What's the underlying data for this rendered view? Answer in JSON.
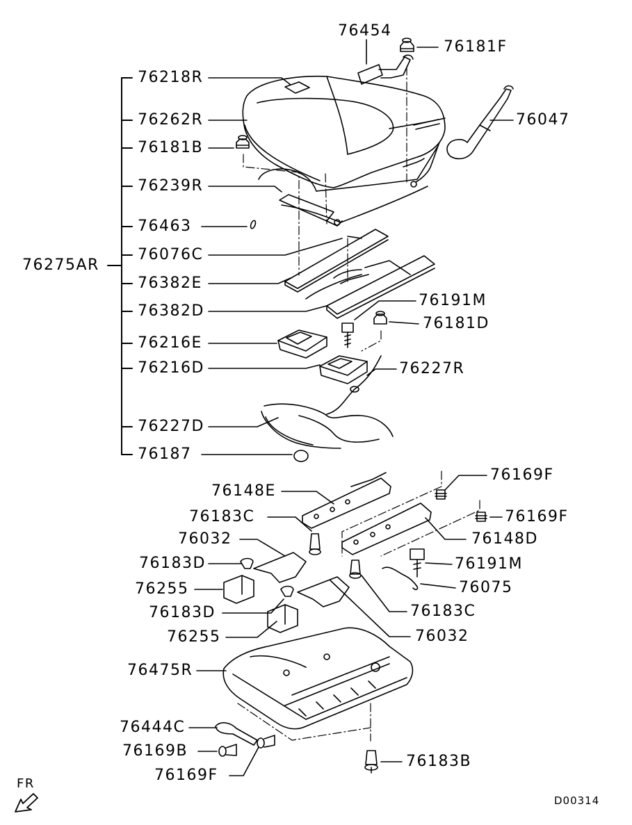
{
  "diagram": {
    "drawing_code": "D00314",
    "orientation_label": "FR",
    "group_label": "76275AR",
    "parts": {
      "p76454": "76454",
      "p76181F": "76181F",
      "p76218R": "76218R",
      "p76262R": "76262R",
      "p76047": "76047",
      "p76181B": "76181B",
      "p76239R": "76239R",
      "p76463": "76463",
      "p76076C": "76076C",
      "p76382E": "76382E",
      "p76382D": "76382D",
      "p76191M_top": "76191M",
      "p76181D": "76181D",
      "p76216E": "76216E",
      "p76216D": "76216D",
      "p76227R": "76227R",
      "p76227D": "76227D",
      "p76187": "76187",
      "p76169F_a": "76169F",
      "p76148E": "76148E",
      "p76169F_b": "76169F",
      "p76183C_a": "76183C",
      "p76148D": "76148D",
      "p76032_a": "76032",
      "p76191M_bottom": "76191M",
      "p76183D_a": "76183D",
      "p76075": "76075",
      "p76255_a": "76255",
      "p76183D_b": "76183D",
      "p76183C_b": "76183C",
      "p76255_b": "76255",
      "p76032_b": "76032",
      "p76475R": "76475R",
      "p76444C": "76444C",
      "p76169B": "76169B",
      "p76169F_c": "76169F",
      "p76183B": "76183B"
    }
  }
}
